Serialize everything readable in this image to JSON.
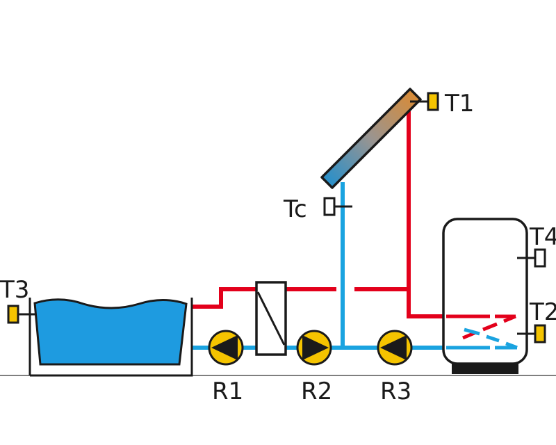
{
  "labels": {
    "t1": "T1",
    "t2": "T2",
    "t3": "T3",
    "t4": "T4",
    "tc": "Tc",
    "r1": "R1",
    "r2": "R2",
    "r3": "R3"
  },
  "colors": {
    "hot_line": "#e3001b",
    "cold_line": "#1aa3e0",
    "water": "#1e9be0",
    "pump_fill": "#f5c400",
    "sensor_fill": "#f5c400",
    "outline": "#1a1a1a",
    "collector_top": "#e08a2c",
    "collector_bottom": "#1a8fd1"
  },
  "icons": {
    "pool": "pool-icon",
    "collector": "solar-collector-icon",
    "heat_exchanger": "heat-exchanger-icon",
    "pump": "circulation-pump-icon",
    "storage_tank": "storage-tank-icon",
    "sensor": "temperature-sensor-icon"
  }
}
